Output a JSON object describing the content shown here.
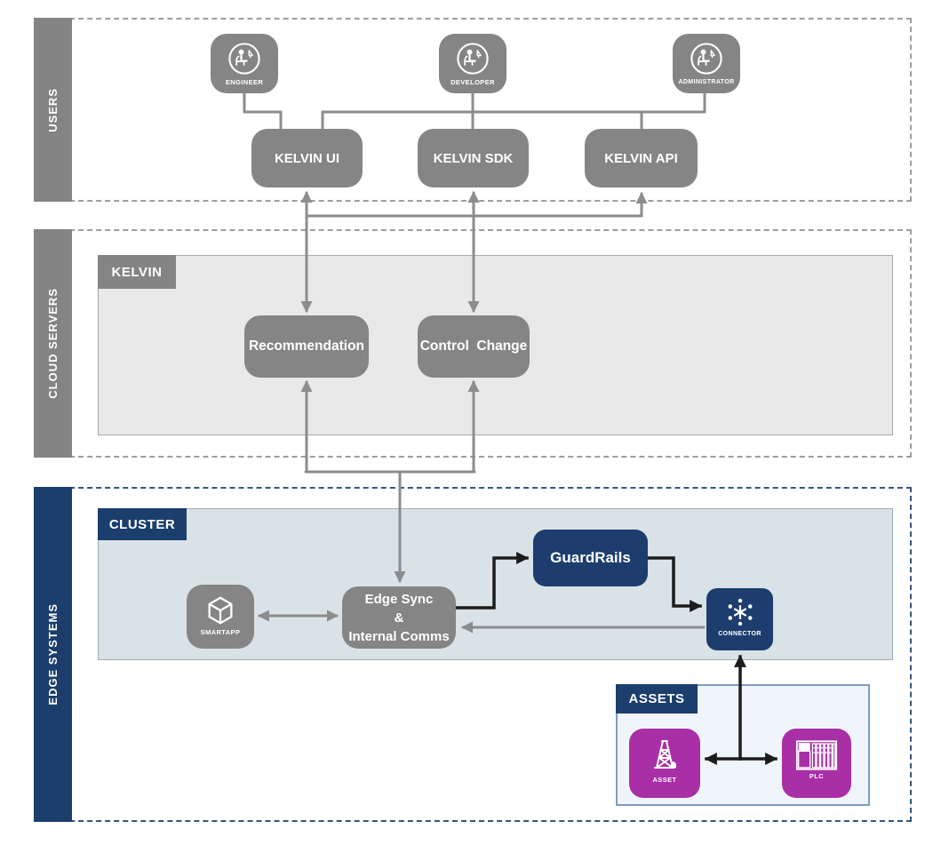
{
  "diagram": {
    "bands": {
      "users": {
        "label": "USERS"
      },
      "cloud_servers": {
        "label": "CLOUD SERVERS"
      },
      "edge_systems": {
        "label": "EDGE SYSTEMS"
      }
    },
    "users": {
      "engineer": "ENGINEER",
      "developer": "DEVELOPER",
      "administrator": "ADMINISTRATOR",
      "kelvin_ui": "KELVIN UI",
      "kelvin_sdk": "KELVIN SDK",
      "kelvin_api": "KELVIN API"
    },
    "cloud": {
      "panel_tab": "KELVIN",
      "recommendation": "Recommendation",
      "control_change": "Control  Change"
    },
    "edge": {
      "panel_tab": "CLUSTER",
      "smartapp": "SMARTAPP",
      "edge_sync_line1": "Edge Sync",
      "edge_sync_line2": "&",
      "edge_sync_line3": "Internal Comms",
      "guardrails": "GuardRails",
      "connector": "CONNECTOR",
      "assets_tab": "ASSETS",
      "asset": "ASSET",
      "plc": "PLC"
    },
    "colors": {
      "node_gray": "#858585",
      "bar_gray": "#848484",
      "navy": "#1b3e6c",
      "magenta": "#a92fa6",
      "kelvin_panel_bg": "#e9e9e9",
      "cluster_panel_bg": "#d9e2e6",
      "assets_panel_bg": "#f0f5fb",
      "line_gray": "#8c8c8c",
      "line_black": "#1c1c1c"
    }
  }
}
